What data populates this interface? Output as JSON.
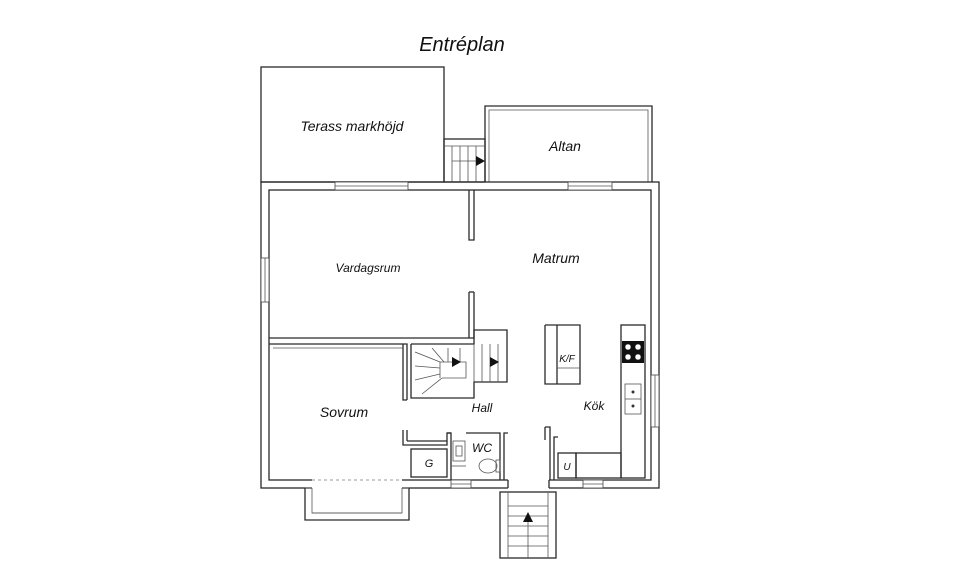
{
  "title": "Entréplan",
  "rooms": {
    "terrace": "Terass markhöjd",
    "altan": "Altan",
    "living": "Vardagsrum",
    "dining": "Matrum",
    "bedroom": "Sovrum",
    "hall": "Hall",
    "kitchen": "Kök",
    "wc": "WC",
    "closet_g": "G",
    "closet_u": "U",
    "kf": "K/F"
  }
}
